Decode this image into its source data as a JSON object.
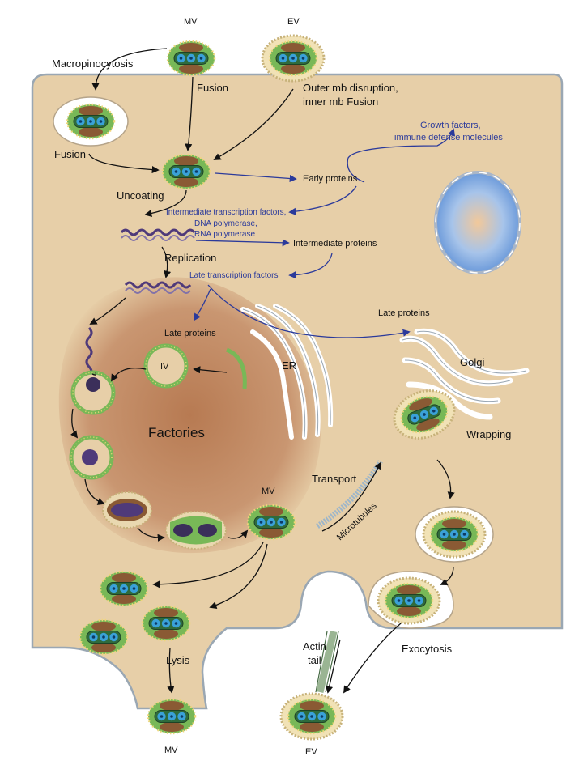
{
  "labels": {
    "mv_top": "MV",
    "ev_top": "EV",
    "macropinocytosis": "Macropinocytosis",
    "fusion_top": "Fusion",
    "outer_mb_1": "Outer mb disruption,",
    "outer_mb_2": "inner mb Fusion",
    "fusion_left": "Fusion",
    "uncoating": "Uncoating",
    "early_proteins": "Early proteins",
    "growth_factors_1": "Growth factors,",
    "growth_factors_2": "immune defense molecules",
    "intermediate_tf": "Intermediate transcription factors,",
    "dna_pol": "DNA polymerase,",
    "rna_pol": "RNA polymerase",
    "intermediate_proteins": "Intermediate proteins",
    "replication": "Replication",
    "late_tf": "Late transcription factors",
    "late_proteins_factory": "Late proteins",
    "late_proteins_right": "Late proteins",
    "iv": "IV",
    "er": "ER",
    "golgi": "Golgi",
    "factories": "Factories",
    "wrapping": "Wrapping",
    "mv_mid": "MV",
    "transport": "Transport",
    "microtubules": "Microtubules",
    "actin_1": "Actin",
    "actin_2": "tail",
    "exocytosis": "Exocytosis",
    "lysis": "Lysis",
    "mv_bottom": "MV",
    "ev_bottom": "EV"
  },
  "colors": {
    "cell": "#e7cfa8",
    "cell_outline": "#9aa7b3",
    "factory": "#c08a63",
    "virion_green": "#78b857",
    "virion_dark": "#2f6b3c",
    "core_blue": "#3aa1d8",
    "lateral_body": "#8a5a34",
    "outer_membrane": "#f1e2b6",
    "blue_text": "#2b3a9b"
  }
}
